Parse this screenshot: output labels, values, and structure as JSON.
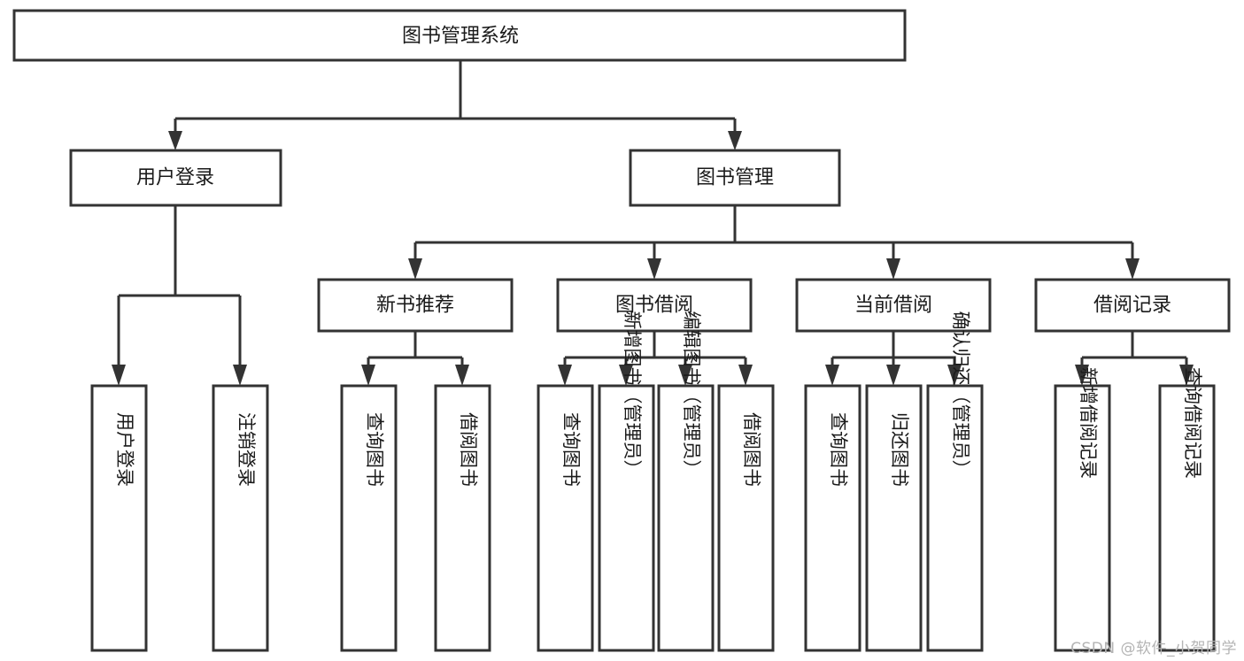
{
  "diagram": {
    "title": "图书管理系统",
    "watermark": "CSDN @软件_小贺同学",
    "colors": {
      "stroke": "#333333",
      "fill": "#ffffff",
      "text": "#1a1a1a",
      "watermark": "#b4b4b4",
      "background": "#ffffff"
    },
    "nodes": {
      "root": {
        "label": "图书管理系统"
      },
      "level2": [
        {
          "id": "user-login",
          "label": "用户登录"
        },
        {
          "id": "book-management",
          "label": "图书管理"
        }
      ],
      "level3": [
        {
          "id": "new-book-recommend",
          "label": "新书推荐"
        },
        {
          "id": "book-borrow",
          "label": "图书借阅"
        },
        {
          "id": "current-borrow",
          "label": "当前借阅"
        },
        {
          "id": "borrow-record",
          "label": "借阅记录"
        }
      ],
      "leaves": {
        "user-login": [
          {
            "id": "leaf-user-login",
            "label": "用户登录"
          },
          {
            "id": "leaf-logout-login",
            "label": "注销登录"
          }
        ],
        "new-book-recommend": [
          {
            "id": "leaf-query-book-1",
            "label": "查询图书"
          },
          {
            "id": "leaf-borrow-book-1",
            "label": "借阅图书"
          }
        ],
        "book-borrow": [
          {
            "id": "leaf-query-book-2",
            "label": "查询图书"
          },
          {
            "id": "leaf-add-book-admin",
            "label": "新增图书（管理员）"
          },
          {
            "id": "leaf-edit-book-admin",
            "label": "编辑图书（管理员）"
          },
          {
            "id": "leaf-borrow-book-2",
            "label": "借阅图书"
          }
        ],
        "current-borrow": [
          {
            "id": "leaf-query-book-3",
            "label": "查询图书"
          },
          {
            "id": "leaf-return-book",
            "label": "归还图书"
          },
          {
            "id": "leaf-confirm-return-admin",
            "label": "确认归还（管理员）"
          }
        ],
        "borrow-record": [
          {
            "id": "leaf-add-borrow-record",
            "label": "新增借阅记录"
          },
          {
            "id": "leaf-query-borrow-record",
            "label": "查询借阅记录"
          }
        ]
      }
    }
  }
}
